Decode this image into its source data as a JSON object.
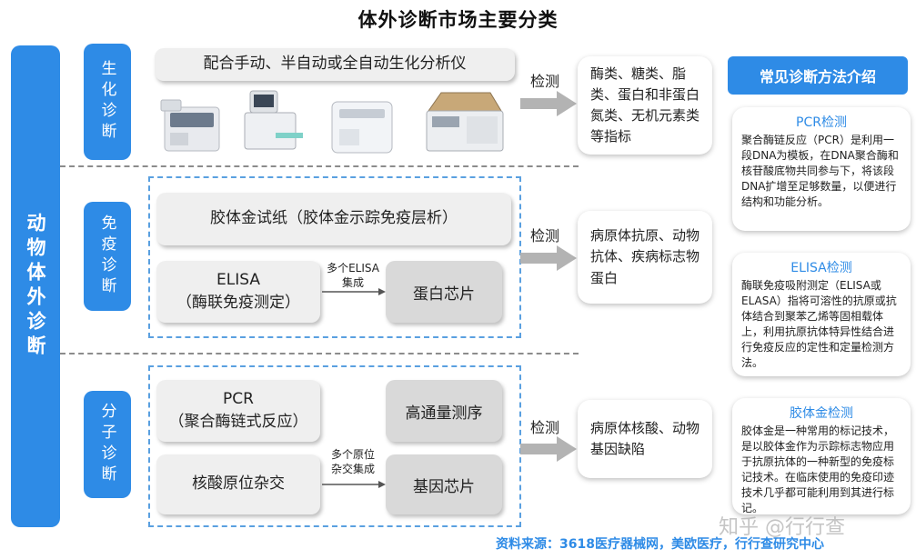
{
  "title": "体外诊断市场主要分类",
  "main_category": "动物体外诊断",
  "detect_label": "检测",
  "sections": {
    "biochem": {
      "category": "生化诊断",
      "method": "配合手动、半自动或全自动生化分析仪",
      "result": "酶类、糖类、脂类、蛋白和非蛋白氮类、无机元素类等指标"
    },
    "immune": {
      "category": "免疫诊断",
      "method1": "胶体金试纸（胶体金示踪免疫层析）",
      "elisa_line1": "ELISA",
      "elisa_line2": "（酶联免疫测定）",
      "integrate_line1": "多个ELISA",
      "integrate_line2": "集成",
      "chip": "蛋白芯片",
      "result": "病原体抗原、动物抗体、疾病标志物蛋白"
    },
    "molecular": {
      "category": "分子诊断",
      "pcr_line1": "PCR",
      "pcr_line2": "（聚合酶链式反应）",
      "hybrid": "核酸原位杂交",
      "integrate_line1": "多个原位",
      "integrate_line2": "杂交集成",
      "seq": "高通量测序",
      "chip": "基因芯片",
      "result": "病原体核酸、动物基因缺陷"
    }
  },
  "methods_panel": {
    "header": "常见诊断方法介绍",
    "cards": [
      {
        "title": "PCR检测",
        "body": "聚合酶链反应（PCR）是利用一段DNA为模板，在DNA聚合酶和核苷酸底物共同参与下，将该段DNA扩增至足够数量，以便进行结构和功能分析。"
      },
      {
        "title": "ELISA检测",
        "body": "酶联免疫吸附测定（ELISA或ELASA）指将可溶性的抗原或抗体结合到聚苯乙烯等固相载体上，利用抗原抗体特异性结合进行免疫反应的定性和定量检测方法。"
      },
      {
        "title": "胶体金检测",
        "body": "胶体金是一种常用的标记技术，是以胶体金作为示踪标志物应用于抗原抗体的一种新型的免疫标记技术。在临床使用的免疫印迹技术几乎都可能利用到其进行标记。"
      }
    ]
  },
  "source": "资料来源：3618医疗器械网，美欧医疗，行行查研究中心",
  "watermark": "知乎 @行行查",
  "colors": {
    "accent": "#2e8be6",
    "box": "#efefef",
    "box_dark": "#d9d9d9"
  }
}
